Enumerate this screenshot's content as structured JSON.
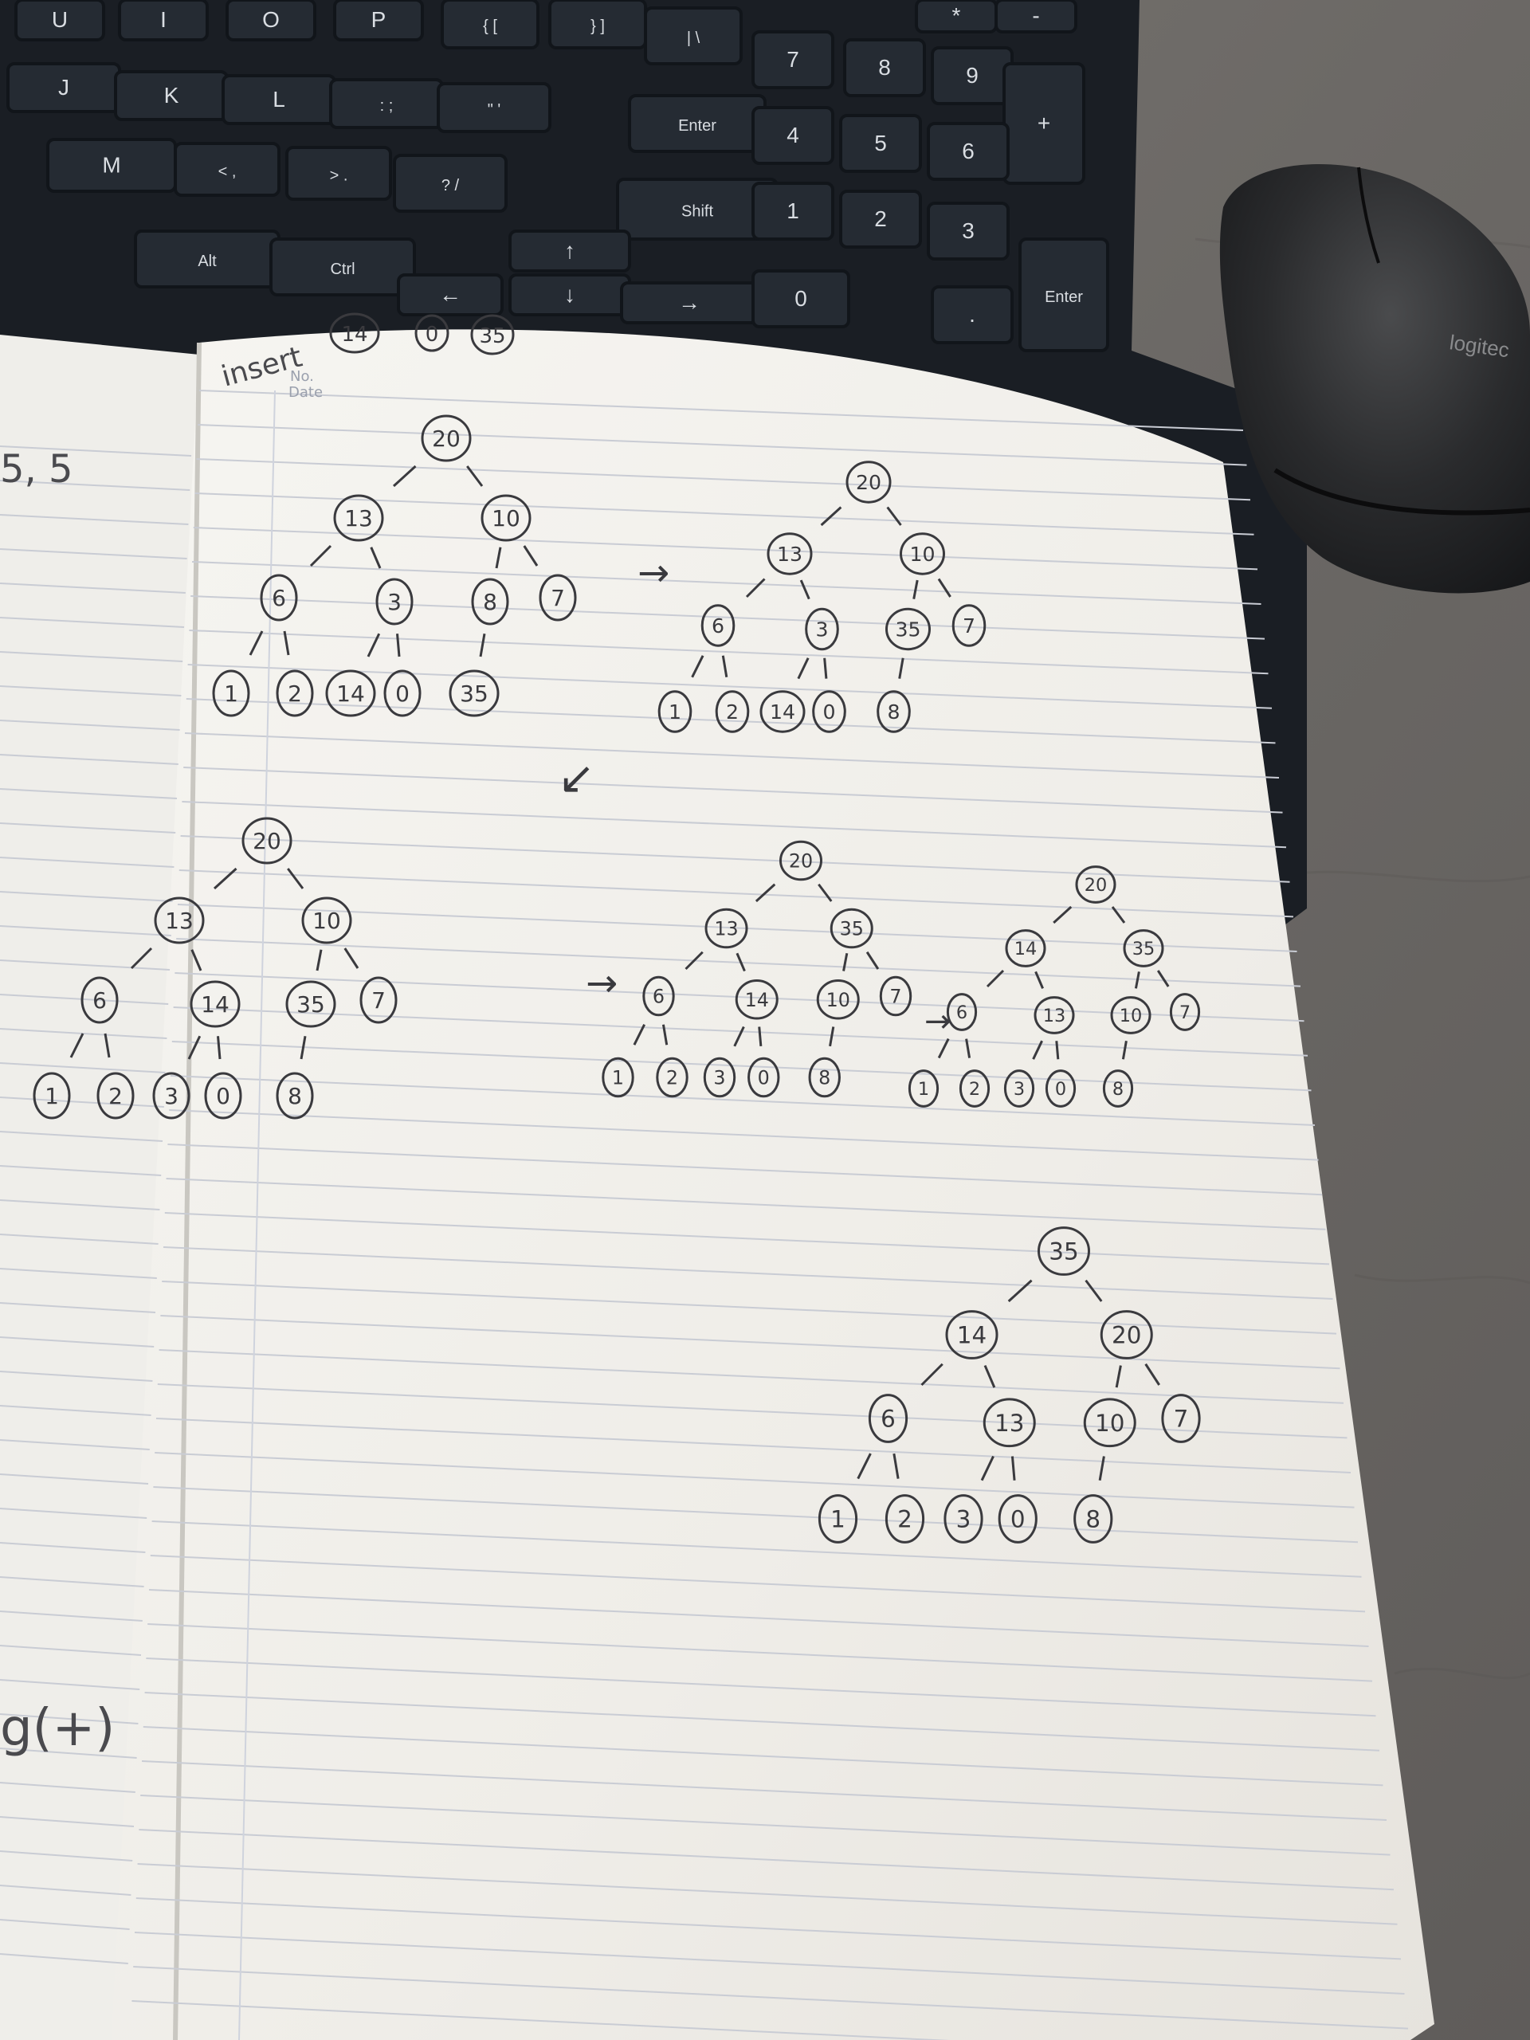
{
  "colors": {
    "desk": "#6f6c69",
    "keyboard": "#1d2229",
    "key": "#252b33",
    "key_label": "#d9dde2",
    "mouse": "#232426",
    "paper": "#f2f0ea",
    "paper_shadow": "#d9d6cf",
    "rule_line": "#c9ccd4",
    "ink": "#3a3a3e"
  },
  "keyboard": {
    "main_keys": [
      {
        "label": "U"
      },
      {
        "label": "I"
      },
      {
        "label": "O"
      },
      {
        "label": "P"
      },
      {
        "label": "{ ["
      },
      {
        "label": "} ]"
      },
      {
        "label": "| \\"
      },
      {
        "label": "J"
      },
      {
        "label": "K"
      },
      {
        "label": "L"
      },
      {
        "label": ": ;"
      },
      {
        "label": "\" '"
      },
      {
        "label": "Enter"
      },
      {
        "label": "M"
      },
      {
        "label": "< ,"
      },
      {
        "label": "> ."
      },
      {
        "label": "? /"
      },
      {
        "label": "Shift"
      },
      {
        "label": "Alt"
      },
      {
        "label": "Ctrl"
      },
      {
        "label": "↑"
      },
      {
        "label": "←"
      },
      {
        "label": "↓"
      },
      {
        "label": "→"
      }
    ],
    "numpad_keys": [
      {
        "label": "7"
      },
      {
        "label": "8"
      },
      {
        "label": "9"
      },
      {
        "label": "+"
      },
      {
        "label": "4"
      },
      {
        "label": "5"
      },
      {
        "label": "6"
      },
      {
        "label": "1"
      },
      {
        "label": "2"
      },
      {
        "label": "3"
      },
      {
        "label": "Enter"
      },
      {
        "label": "0"
      },
      {
        "label": "."
      },
      {
        "label": "*"
      },
      {
        "label": "-"
      }
    ]
  },
  "mouse": {
    "brand": "logitec"
  },
  "notebook": {
    "left_page_text": [
      "5, 5",
      "g(+)"
    ],
    "header": {
      "title": "insert",
      "no_label": "No.",
      "date_label": "Date"
    },
    "insert_values": [
      "14",
      "0",
      "35"
    ],
    "arrows": [
      "→",
      "↙",
      "→",
      "→"
    ],
    "trees": [
      {
        "nodes": [
          "20",
          "13",
          "10",
          "6",
          "3",
          "8",
          "7",
          "1",
          "2",
          "14",
          "0",
          "35"
        ]
      },
      {
        "nodes": [
          "20",
          "13",
          "10",
          "6",
          "3",
          "35",
          "7",
          "1",
          "2",
          "14",
          "0",
          "8"
        ]
      },
      {
        "nodes": [
          "20",
          "13",
          "10",
          "6",
          "14",
          "35",
          "7",
          "1",
          "2",
          "3",
          "0",
          "8"
        ]
      },
      {
        "nodes": [
          "20",
          "13",
          "35",
          "6",
          "14",
          "10",
          "7",
          "1",
          "2",
          "3",
          "0",
          "8"
        ]
      },
      {
        "nodes": [
          "20",
          "14",
          "35",
          "6",
          "13",
          "10",
          "7",
          "1",
          "2",
          "3",
          "0",
          "8"
        ]
      },
      {
        "nodes": [
          "35",
          "14",
          "20",
          "6",
          "13",
          "10",
          "7",
          "1",
          "2",
          "3",
          "0",
          "8"
        ]
      }
    ]
  }
}
